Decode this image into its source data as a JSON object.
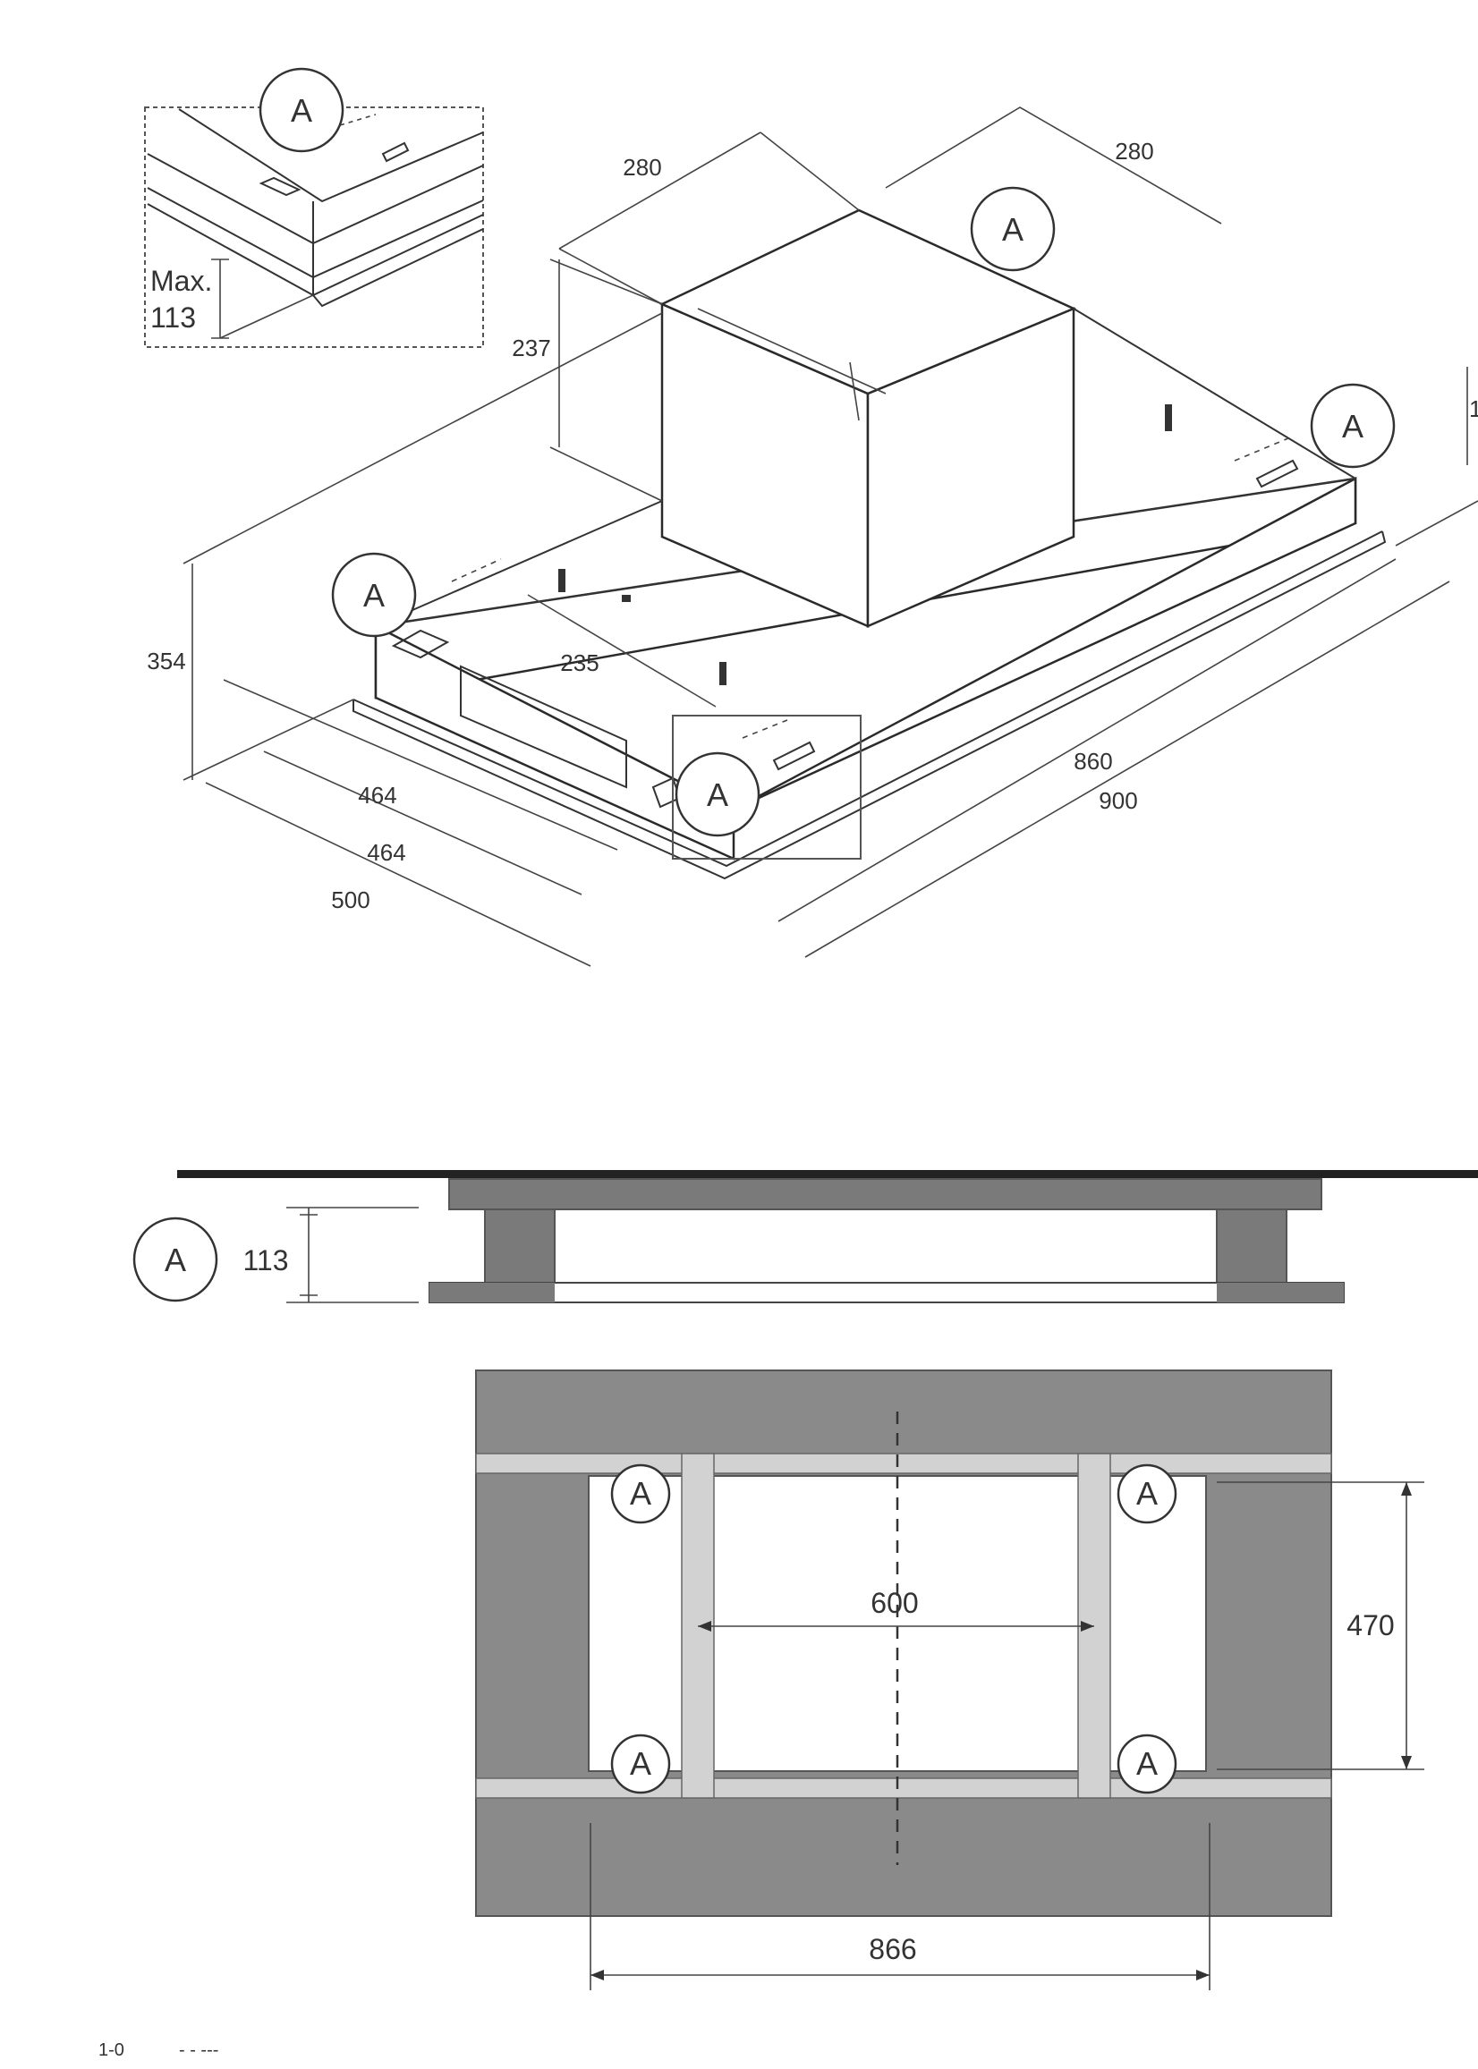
{
  "callout_letter": "A",
  "inset": {
    "max_label": "Max.",
    "max_value": "113"
  },
  "iso": {
    "d280_left": "280",
    "d280_right": "280",
    "d237": "237",
    "d354": "354",
    "d235": "235",
    "d464_a": "464",
    "d464_b": "464",
    "d500": "500",
    "d860": "860",
    "d900": "900",
    "d_right_cut": "1"
  },
  "side_view": {
    "d113": "113"
  },
  "plan_view": {
    "d600": "600",
    "d470": "470",
    "d866": "866"
  },
  "footer": {
    "page_no": "1-0",
    "mark": "- - ---"
  },
  "colors": {
    "line": "#333333",
    "dark_panel": "#8a8a8a",
    "light_bar": "#d2d2d2",
    "bracket": "#7a7a7a"
  }
}
